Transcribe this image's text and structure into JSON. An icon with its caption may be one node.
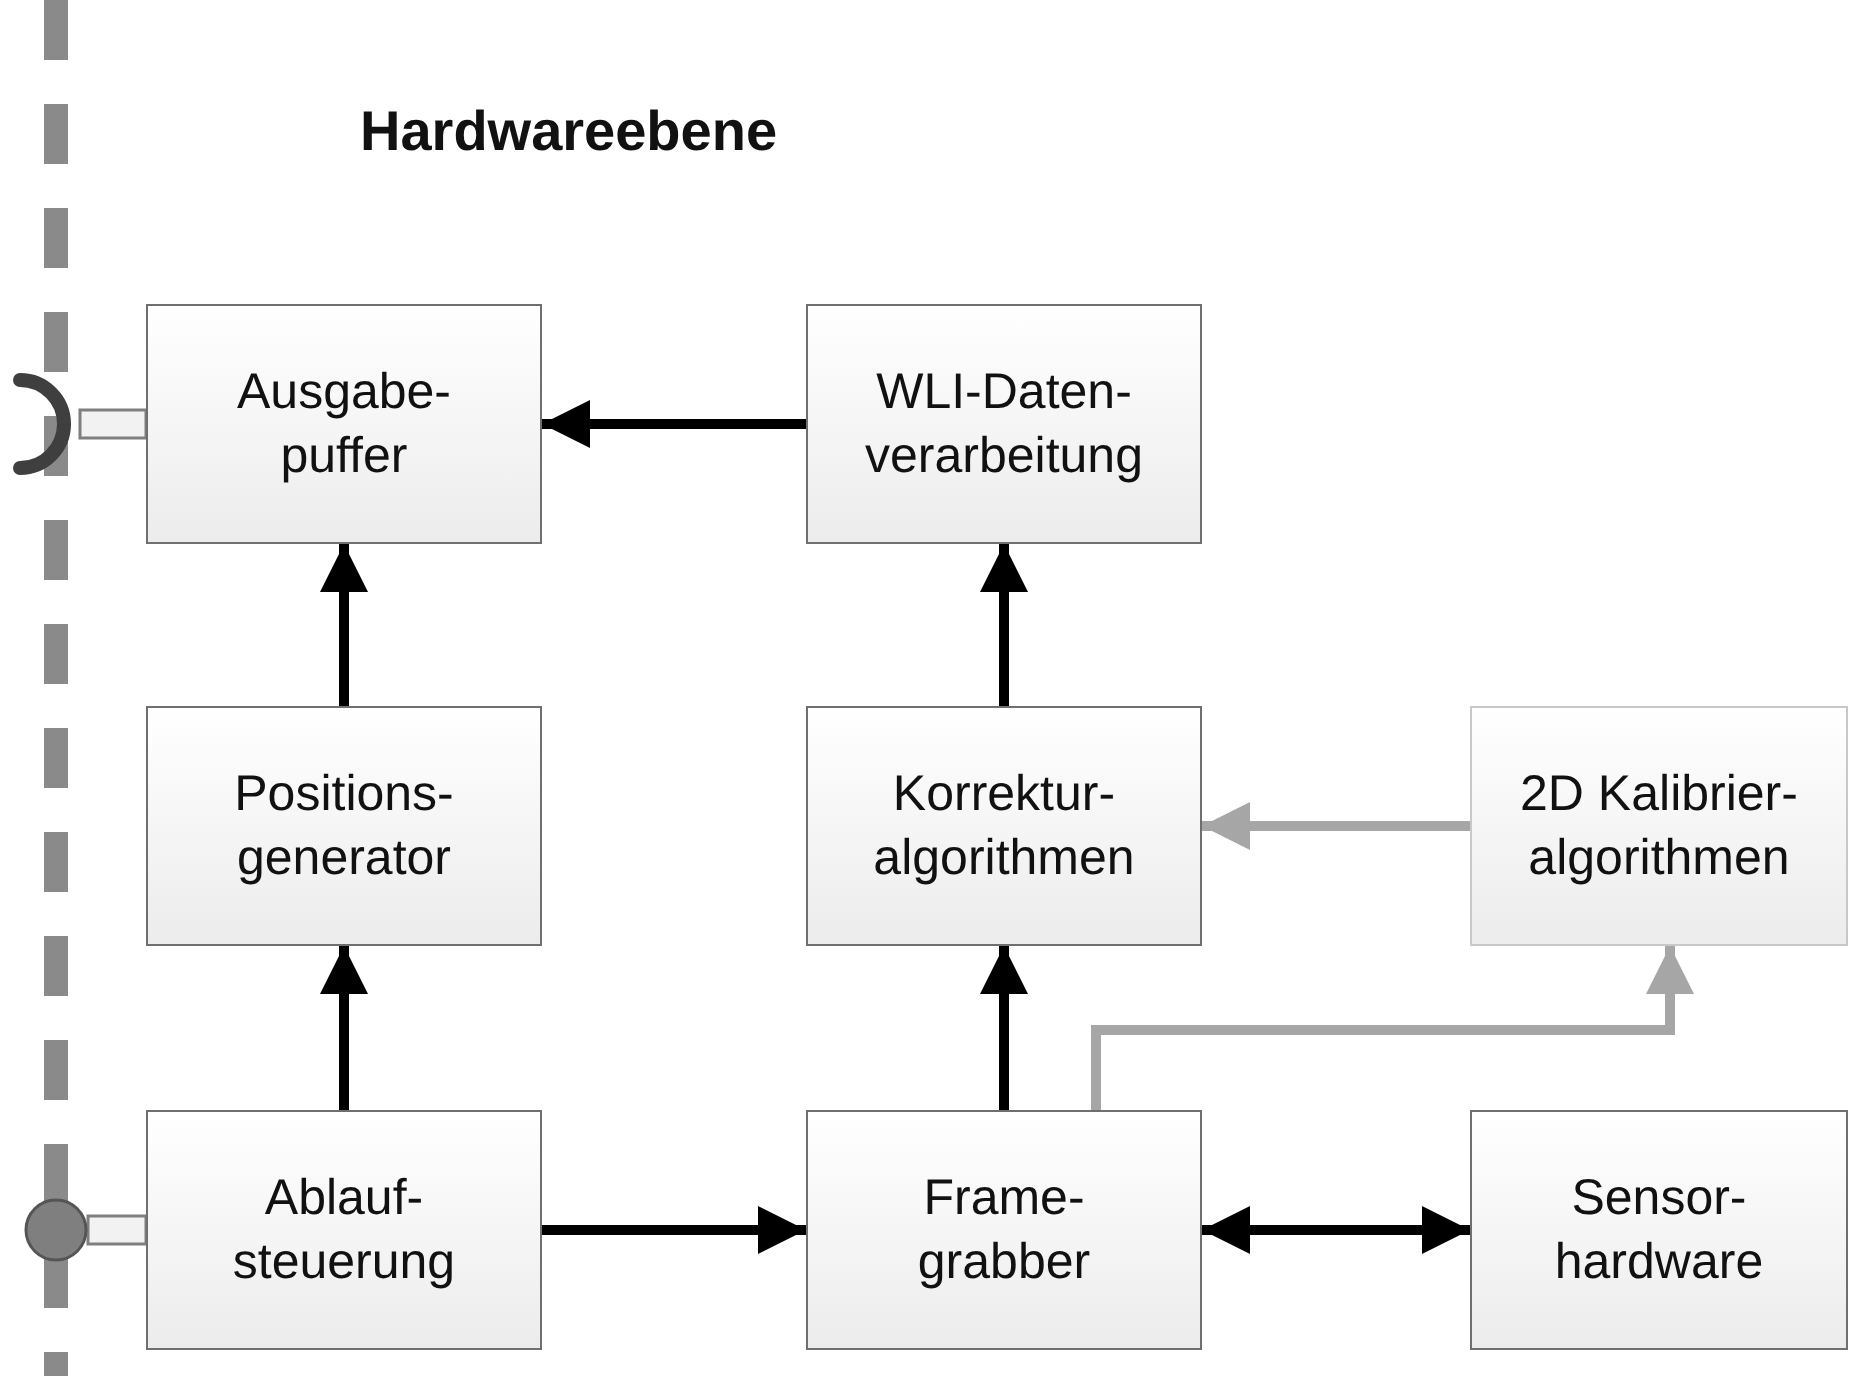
{
  "diagram": {
    "title": "Hardwareebene",
    "nodes": [
      {
        "text": [
          "Ausgabe- puffer"
        ]
      },
      {
        "text": [
          "WLI-Daten- verarbeitung"
        ]
      },
      {
        "text": [
          "Positions- generator"
        ]
      },
      {
        "text": [
          "Korrektur- algorithmen"
        ]
      },
      {
        "text": [
          "2D Kalibrier- algorithmen"
        ]
      },
      {
        "text": [
          "Ablauf- steuerung"
        ]
      },
      {
        "text": [
          "Frame- grabber"
        ]
      },
      {
        "text": [
          "Sensor- hardware"
        ]
      },
      {
        "text": [],
        "shape": "arc"
      },
      {
        "text": [],
        "shape": "circle"
      }
    ],
    "edges": [
      {
        "from": 1,
        "to": 0,
        "arrow": "to"
      },
      {
        "from": 2,
        "to": 0,
        "arrow": "to"
      },
      {
        "from": 5,
        "to": 2,
        "arrow": "to"
      },
      {
        "from": 3,
        "to": 1,
        "arrow": "to"
      },
      {
        "from": 6,
        "to": 3,
        "arrow": "to"
      },
      {
        "from": 4,
        "to": 3,
        "arrow": "to",
        "color": "#a6a6a6"
      },
      {
        "from": 6,
        "to": 4,
        "arrow": "to",
        "color": "#a6a6a6"
      },
      {
        "from": 5,
        "to": 6,
        "arrow": "to"
      },
      {
        "from": 6,
        "to": 7,
        "arrow": "both"
      },
      {
        "from": 8,
        "to": 0,
        "arrow": "none"
      },
      {
        "from": 9,
        "to": 5,
        "arrow": "none"
      }
    ]
  }
}
